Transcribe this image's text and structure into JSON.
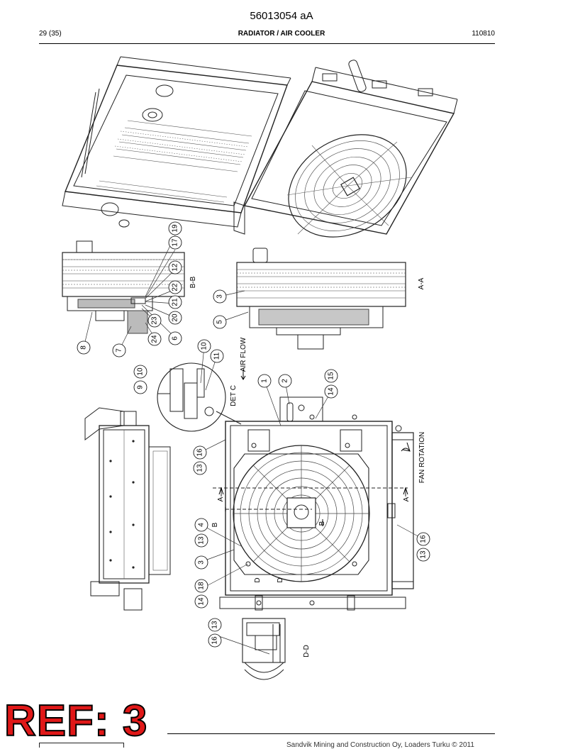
{
  "header": {
    "doc_number": "56013054 aA",
    "page": "29 (35)",
    "title": "RADIATOR / AIR COOLER",
    "date": "110810"
  },
  "footer": {
    "stamp": "REF: 3",
    "copyright": "Sandvik Mining and Construction Oy, Loaders Turku © 2011"
  },
  "labels": {
    "section_bb": "B-B",
    "section_aa": "A-A",
    "section_dd": "D-D",
    "detail_c": "DET C",
    "air_flow": "AIR FLOW",
    "fan_rotation": "FAN ROTATION",
    "mark_a": "A",
    "mark_b": "B",
    "mark_d": "D"
  },
  "balloons": {
    "b19": "19",
    "b17": "17",
    "b12": "12",
    "b22": "22",
    "b21": "21",
    "b20": "20",
    "b6": "6",
    "b23": "23",
    "b24": "24",
    "b7": "7",
    "b8": "8",
    "b3a": "3",
    "b5": "5",
    "b10a": "10",
    "b11": "11",
    "b10b": "10",
    "b9": "9",
    "b1": "1",
    "b2": "2",
    "b15": "15",
    "b14a": "14",
    "b16a": "16",
    "b13a": "13",
    "b4": "4",
    "b13b": "13",
    "b3b": "3",
    "b18": "18",
    "b14b": "14",
    "b16b": "16",
    "b13c": "13",
    "b16c": "16",
    "b13d": "13"
  }
}
